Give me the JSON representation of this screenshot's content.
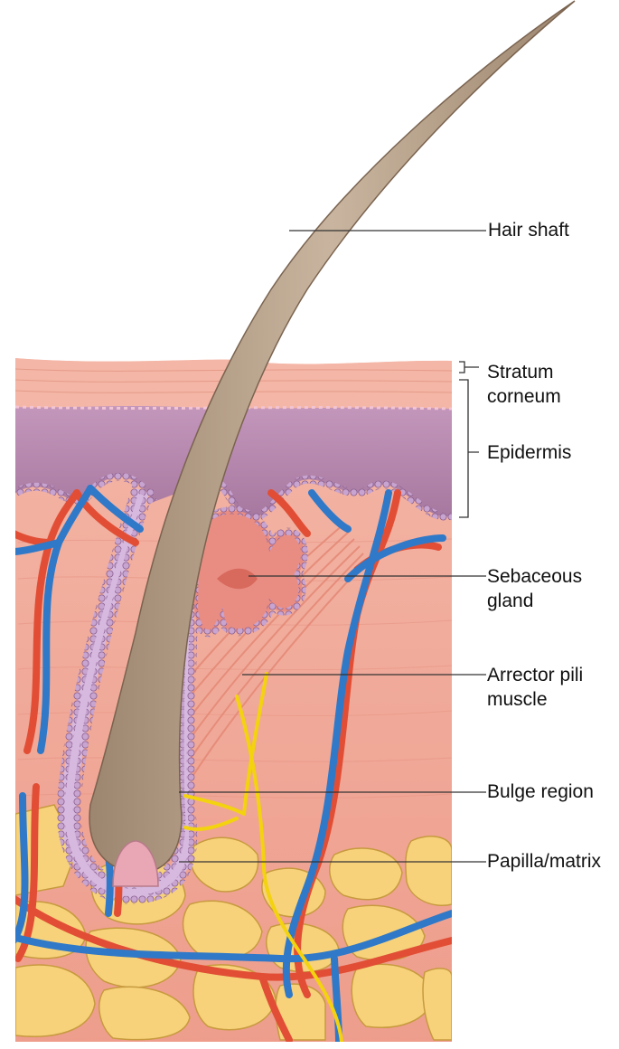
{
  "labels": {
    "hair_shaft": "Hair shaft",
    "stratum_corneum": [
      "Stratum",
      "corneum"
    ],
    "epidermis": "Epidermis",
    "sebaceous_gland": [
      "Sebaceous",
      "gland"
    ],
    "arrector_pili": [
      "Arrector pili",
      "muscle"
    ],
    "bulge_region": "Bulge region",
    "papilla_matrix": "Papilla/matrix"
  },
  "colors": {
    "dermis": "#f1a99a",
    "stratum_corneum": "#f4b6a6",
    "epidermis": "#a87ba4",
    "hair": "#b9a48f",
    "artery": "#e14e35",
    "vein": "#2f79c8",
    "nerve": "#f3d20f",
    "fat": "#f7d27b",
    "follicle_cells": "#c9a6d2"
  }
}
